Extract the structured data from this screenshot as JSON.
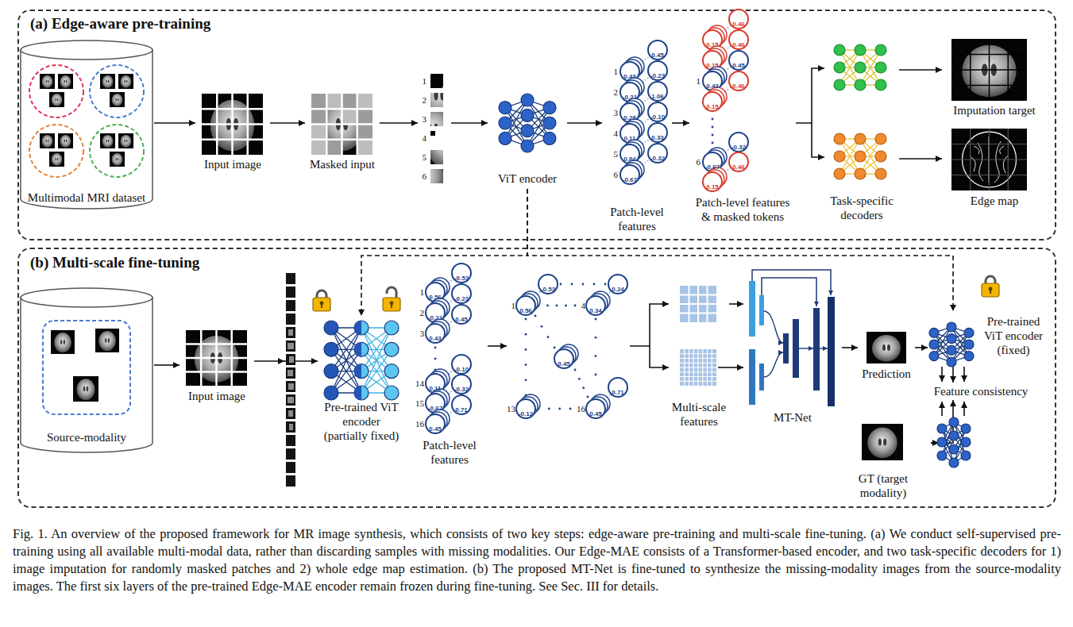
{
  "diagram": {
    "caption": "Fig. 1. An overview of the proposed framework for MR image synthesis, which consists of two key steps: edge-aware pre-training and multi-scale fine-tuning. (a) We conduct self-supervised pre-training using all available multi-modal data, rather than discarding samples with missing modalities. Our Edge-MAE consists of a Transformer-based encoder, and two task-specific decoders for 1) image imputation for randomly masked patches and 2) whole edge map estimation. (b) The proposed MT-Net is fine-tuned to synthesize the missing-modality images from the source-modality images. The first six layers of the pre-trained Edge-MAE encoder remain frozen during fine-tuning. See Sec. III for details.",
    "nodes": [
      {
        "text": [
          "(a) Edge-aware pre-training"
        ]
      },
      {
        "text": [
          "Multimodal MRI dataset"
        ],
        "in": 0
      },
      {
        "text": [
          "Input image"
        ],
        "in": 0
      },
      {
        "text": [
          "Masked input"
        ],
        "in": 0
      },
      {
        "text": [
          "1",
          "2",
          "3",
          "4",
          "5",
          "6"
        ],
        "in": 0
      },
      {
        "text": [
          "ViT encoder"
        ],
        "in": 0
      },
      {
        "text": [
          "0.45",
          "1",
          "0.43",
          "-0.23",
          "2",
          "-0.21",
          "1.06",
          "3",
          "0.28",
          "-0.10",
          "4",
          "0.11",
          "0.33",
          "5",
          "0.84",
          "-0.32",
          "6",
          "-0.67",
          "Patch-level features"
        ],
        "in": 0
      },
      {
        "text": [
          "0.46",
          "0.15",
          "0.46",
          "0.15",
          "0.45",
          "1",
          "0.43",
          "0.46",
          "0.15",
          "-0.32",
          "6",
          "-0.67",
          "0.46",
          "0.15",
          "Patch-level features & masked tokens"
        ],
        "in": 0
      },
      {
        "text": [
          "Task-specific decoders"
        ],
        "in": 0
      },
      {
        "text": [
          "Imputation target"
        ],
        "in": 0
      },
      {
        "text": [
          "Edge map"
        ],
        "in": 0
      },
      {
        "text": [
          "(b) Multi-scale fine-tuning"
        ]
      },
      {
        "text": [
          "Source-modality"
        ],
        "in": 11
      },
      {
        "text": [
          "Input image"
        ],
        "in": 11
      },
      {
        "text": [
          "Pre-trained ViT encoder (partially fixed)"
        ],
        "in": 11
      },
      {
        "text": [
          "-0.53",
          "1",
          "0.56",
          "-0.23",
          "2",
          "-0.21",
          "0.45",
          "3",
          "0.43",
          "-0.10",
          "14",
          "0.11",
          "-0.32",
          "15",
          "-0.67",
          "0.71",
          "16",
          "0.45",
          "Patch-level features"
        ],
        "in": 11
      },
      {
        "text": [
          "-0.53",
          "0.24",
          "1",
          "0.56",
          "4",
          "0.34",
          "0.45",
          "0.71",
          "13",
          "-0.12",
          "16",
          "0.45"
        ],
        "in": 11
      },
      {
        "text": [
          "Multi-scale features"
        ],
        "in": 11
      },
      {
        "text": [
          "MT-Net"
        ],
        "in": 11
      },
      {
        "text": [
          "Prediction"
        ],
        "in": 11
      },
      {
        "text": [
          "Pre-trained ViT encoder (fixed)"
        ],
        "in": 11
      },
      {
        "text": [
          "Feature consistency"
        ],
        "in": 11
      },
      {
        "text": [
          "GT (target modality)"
        ],
        "in": 11
      }
    ],
    "edges": [
      {
        "from": 1,
        "to": 2,
        "arrow": "to"
      },
      {
        "from": 2,
        "to": 3,
        "arrow": "to"
      },
      {
        "from": 3,
        "to": 4,
        "arrow": "to"
      },
      {
        "from": 4,
        "to": 5,
        "arrow": "to"
      },
      {
        "from": 5,
        "to": 6,
        "arrow": "to"
      },
      {
        "from": 6,
        "to": 7,
        "arrow": "to"
      },
      {
        "from": 7,
        "to": 8,
        "arrow": "to"
      },
      {
        "from": 8,
        "to": 9,
        "arrow": "to"
      },
      {
        "from": 8,
        "to": 10,
        "arrow": "to"
      },
      {
        "from": 5,
        "to": 14,
        "arrow": "to"
      },
      {
        "from": 5,
        "to": 20,
        "arrow": "to"
      },
      {
        "from": 12,
        "to": 13,
        "arrow": "to"
      },
      {
        "from": 13,
        "to": 14,
        "arrow": "to"
      },
      {
        "from": 15,
        "to": 16,
        "arrow": "to"
      },
      {
        "from": 16,
        "to": 17,
        "arrow": "to"
      },
      {
        "from": 17,
        "to": 18,
        "arrow": "to"
      },
      {
        "from": 18,
        "to": 19,
        "arrow": "to"
      },
      {
        "from": 19,
        "to": 20,
        "arrow": "to"
      },
      {
        "from": 20,
        "to": 21,
        "arrow": "to"
      },
      {
        "from": 22,
        "to": 21,
        "arrow": "to"
      }
    ]
  }
}
